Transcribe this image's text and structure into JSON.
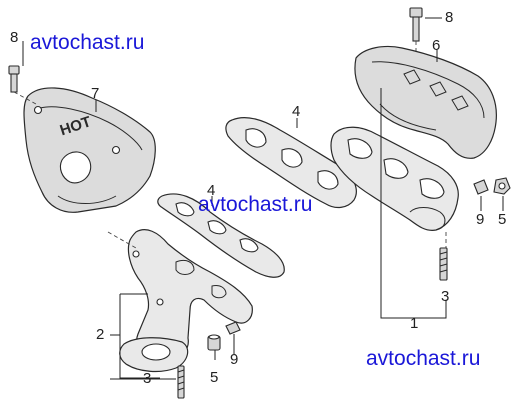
{
  "watermarks": {
    "wm1": "avtochast.ru",
    "wm2": "avtochast.ru",
    "wm3": "avtochast.ru"
  },
  "heat_shield_text": "HOT",
  "callouts": {
    "c1": "1",
    "c2": "2",
    "c3a": "3",
    "c3b": "3",
    "c4a": "4",
    "c4b": "4",
    "c5a": "5",
    "c5b": "5",
    "c6": "6",
    "c7": "7",
    "c8a": "8",
    "c8b": "8",
    "c9a": "9",
    "c9b": "9"
  },
  "colors": {
    "watermark": "#1a17d8",
    "line": "#2a2a2a",
    "part_fill": "#e9e9e9"
  }
}
